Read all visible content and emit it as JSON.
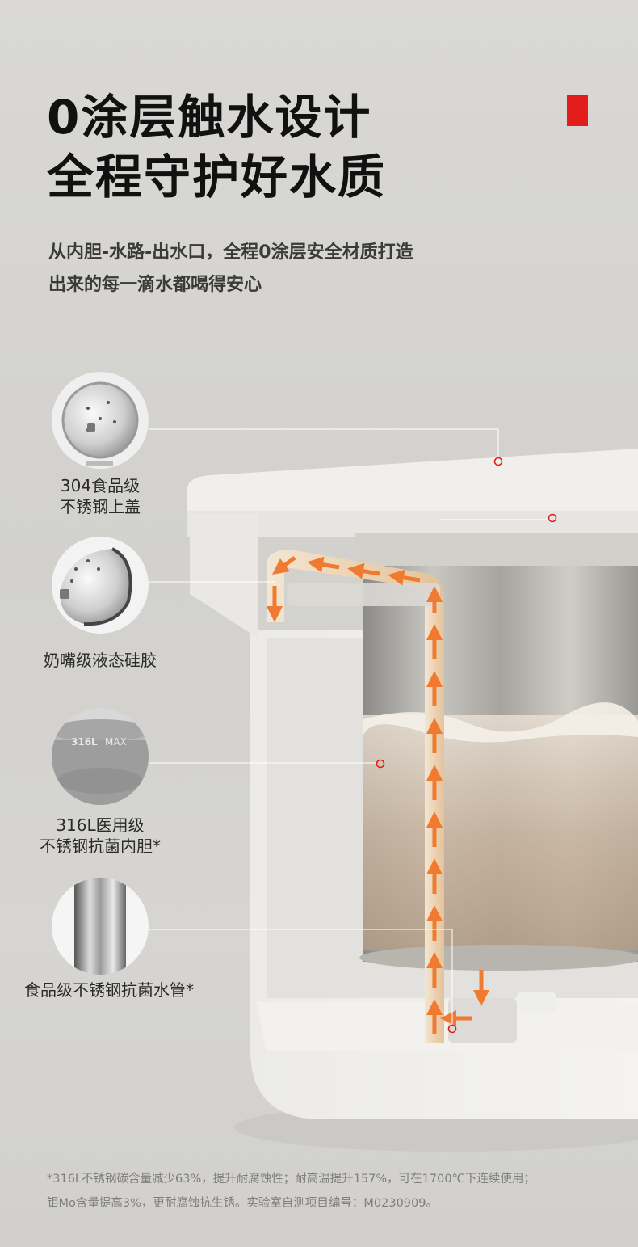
{
  "headline": {
    "line1": "0涂层触水设计",
    "line2": "全程守护好水质"
  },
  "subheadline": {
    "line1": "从内胆-水路-出水口，全程0涂层安全材质打造",
    "line2": "出来的每一滴水都喝得安心"
  },
  "callouts": [
    {
      "line1": "304食品级",
      "line2": "不锈钢上盖",
      "icon": "lid-icon"
    },
    {
      "line1": "奶嘴级液态硅胶",
      "line2": "",
      "icon": "silicone-icon"
    },
    {
      "line1": "316L医用级",
      "line2": "不锈钢抗菌内胆*",
      "icon": "inner-tank-icon"
    },
    {
      "line1": "食品级不锈钢抗菌水管*",
      "line2": "",
      "icon": "water-pipe-icon"
    }
  ],
  "tank_embossing": {
    "grade": "316L",
    "mark": "MAX"
  },
  "footnote": {
    "line1": "*316L不锈钢碳含量减少63%，提升耐腐蚀性；耐高温提升157%，可在1700℃下连续使用；",
    "line2": "钼Mo含量提高3%，更耐腐蚀抗生锈。实验室自测项目编号：M0230909。"
  },
  "colors": {
    "accent": "#e31d1c",
    "flow_arrow": "#f07a30",
    "background": "#d4d3cf"
  }
}
